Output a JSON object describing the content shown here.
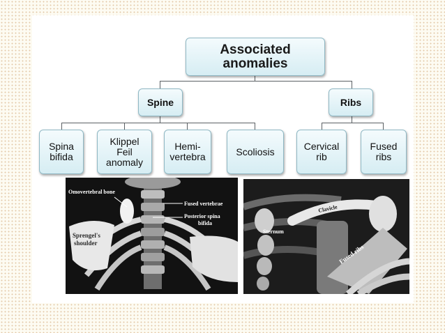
{
  "diagram": {
    "root": "Associated\nanomalies",
    "branches": [
      {
        "label": "Spine",
        "children": [
          "Spina\nbifida",
          "Klippel\nFeil\nanomaly",
          "Hemi-\nvertebra",
          "Scoliosis"
        ]
      },
      {
        "label": "Ribs",
        "children": [
          "Cervical\nrib",
          "Fused\nribs"
        ]
      }
    ]
  },
  "images": {
    "left": {
      "labels": {
        "omovertebral": "Omovertebral bone",
        "fused_vertebrae": "Fused vertebrae",
        "posterior_spina": "Posterior spina",
        "bifida": "bifida",
        "sprengel_1": "Sprengel's",
        "sprengel_2": "shoulder"
      }
    },
    "right": {
      "labels": {
        "clavicle": "Clavicle",
        "sternum": "Sternum",
        "fused_ribs": "Fused ribs"
      }
    }
  },
  "colors": {
    "box_fill_top": "#f4fbfd",
    "box_fill_bottom": "#d6edf3",
    "box_border": "#8fb8c4",
    "connector": "#5a5f63"
  }
}
